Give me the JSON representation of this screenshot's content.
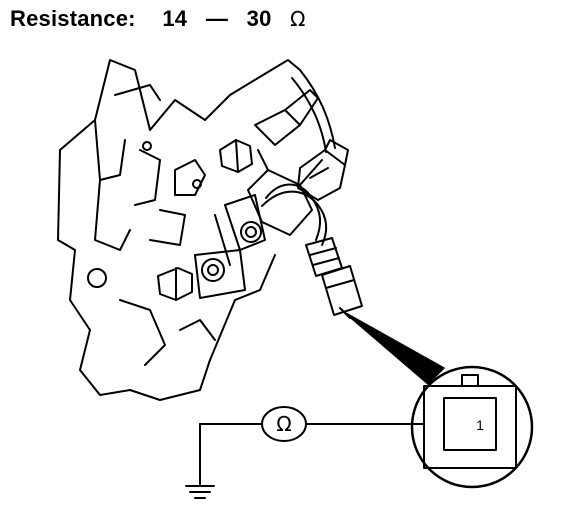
{
  "spec": {
    "label": "Resistance:",
    "range_low": "14",
    "range_separator": "—",
    "range_high": "30",
    "unit": "Ω"
  },
  "meter": {
    "symbol": "Ω"
  },
  "connector": {
    "terminal_number": "1"
  },
  "colors": {
    "ink": "#000000",
    "paper": "#ffffff"
  }
}
